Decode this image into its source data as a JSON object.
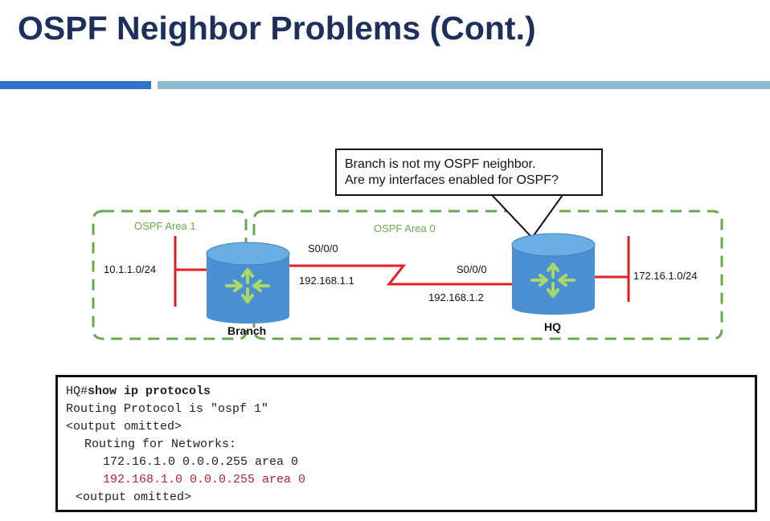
{
  "slide": {
    "title": "OSPF Neighbor Problems (Cont.)"
  },
  "callout": {
    "line1": "Branch is not my OSPF neighbor.",
    "line2": "Are my interfaces enabled for OSPF?"
  },
  "topology": {
    "area1_label": "OSPF Area 1",
    "area0_label": "OSPF Area 0",
    "branch": {
      "name": "Branch",
      "lan": "10.1.1.0/24",
      "interface": "S0/0/0",
      "ip": "192.168.1.1"
    },
    "hq": {
      "name": "HQ",
      "lan": "172.16.1.0/24",
      "interface": "S0/0/0",
      "ip": "192.168.1.2"
    },
    "colors": {
      "router_body": "#4a90d2",
      "router_top": "#6aaee6",
      "arrows": "#a8d86a",
      "links": "#e02020",
      "area_border": "#6aa84f"
    }
  },
  "terminal": {
    "prompt": "HQ#",
    "command": "show ip protocols",
    "line_protocol": "Routing Protocol is \"ospf 1\"",
    "line_omitted1": "<output omitted>",
    "line_routing_for": "Routing for Networks:",
    "network1": "172.16.1.0 0.0.0.255 area 0",
    "network2": "192.168.1.0 0.0.0.255 area 0",
    "line_omitted2": "<output omitted>"
  }
}
